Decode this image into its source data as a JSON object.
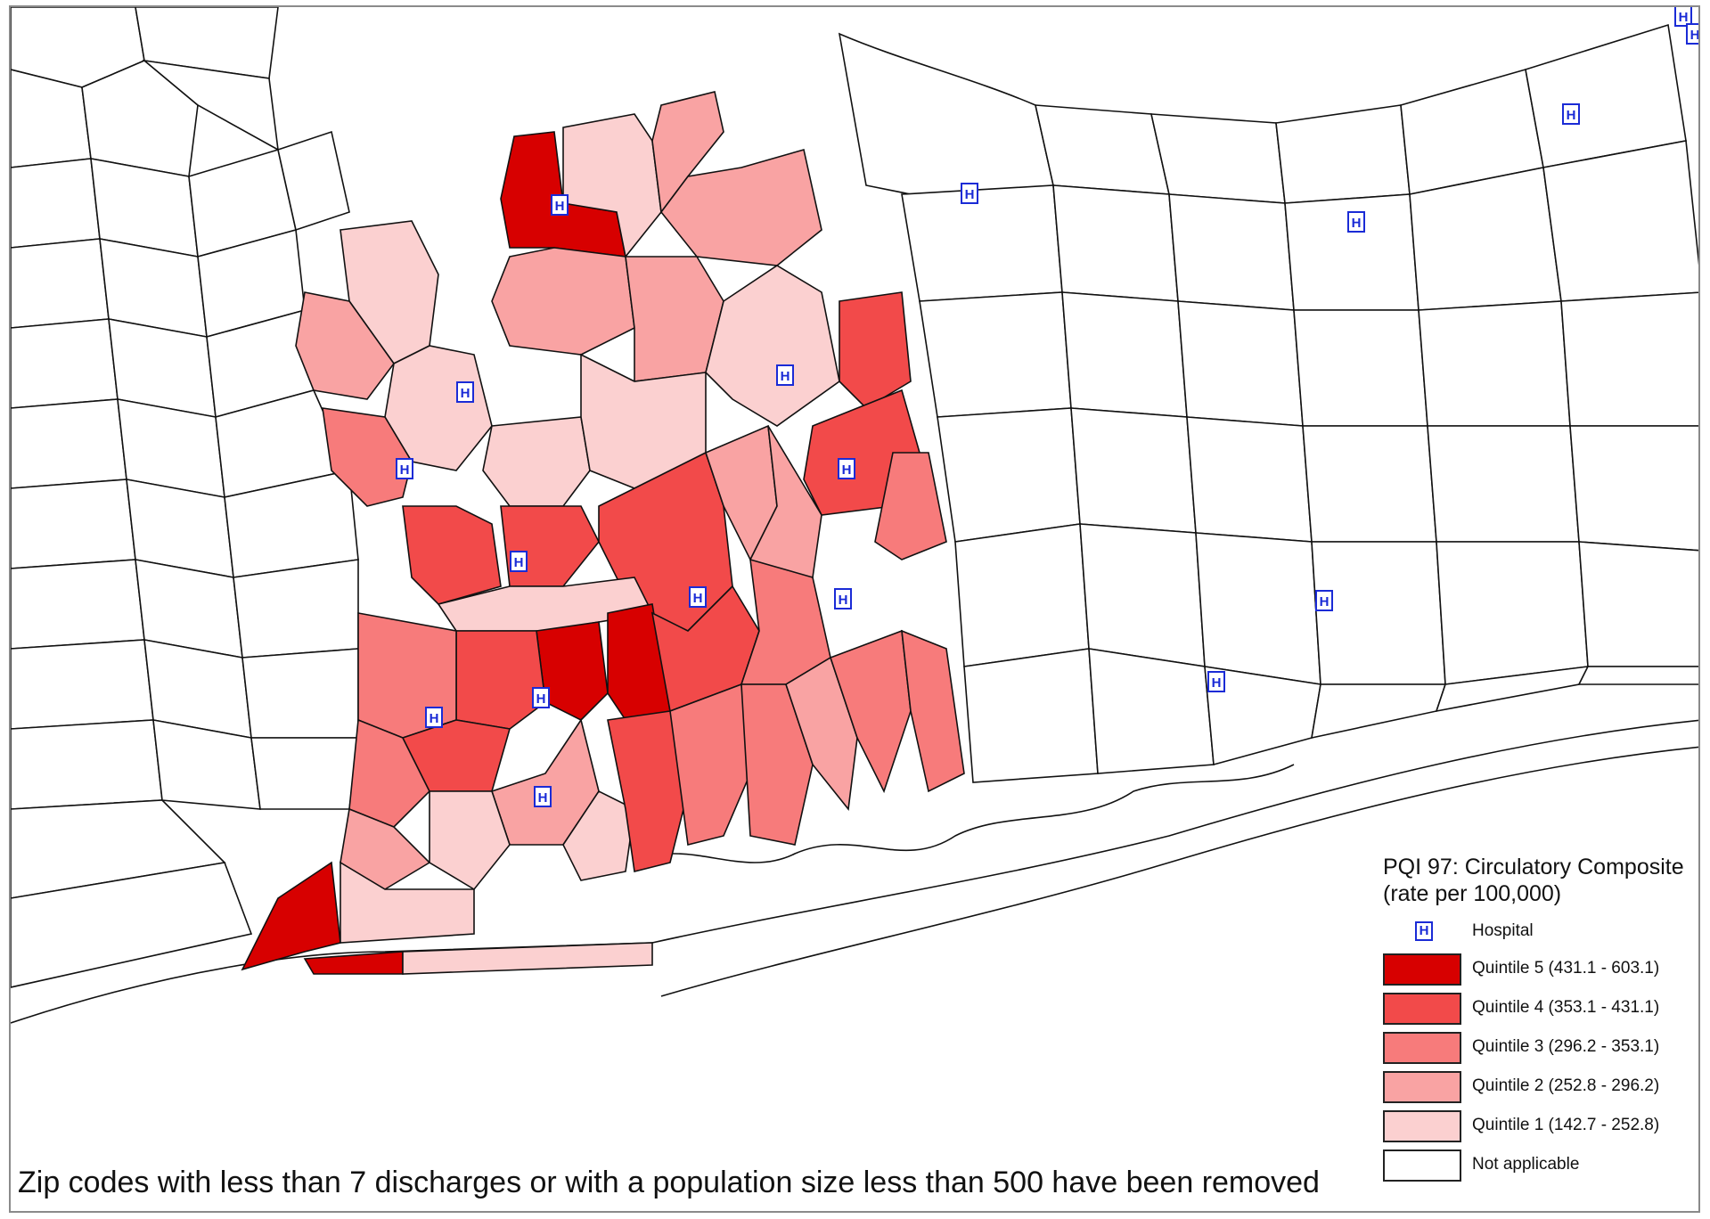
{
  "legend": {
    "title_line1": "PQI 97: Circulatory Composite",
    "title_line2": "(rate per 100,000)",
    "hospital_label": "Hospital",
    "hospital_glyph": "H",
    "classes": [
      {
        "label": "Quintile 5 (431.1 - 603.1)",
        "color": "#d70000"
      },
      {
        "label": "Quintile 4 (353.1 - 431.1)",
        "color": "#f24a4a"
      },
      {
        "label": "Quintile 3 (296.2 - 353.1)",
        "color": "#f77b7b"
      },
      {
        "label": "Quintile 2 (252.8 - 296.2)",
        "color": "#f9a3a3"
      },
      {
        "label": "Quintile 1 (142.7 - 252.8)",
        "color": "#fbd0d0"
      },
      {
        "label": "Not applicable",
        "color": "#ffffff"
      }
    ]
  },
  "footnote": "Zip codes with less than 7 discharges or with a population size less than 500 have been removed",
  "hospital_marker_count": 19
}
